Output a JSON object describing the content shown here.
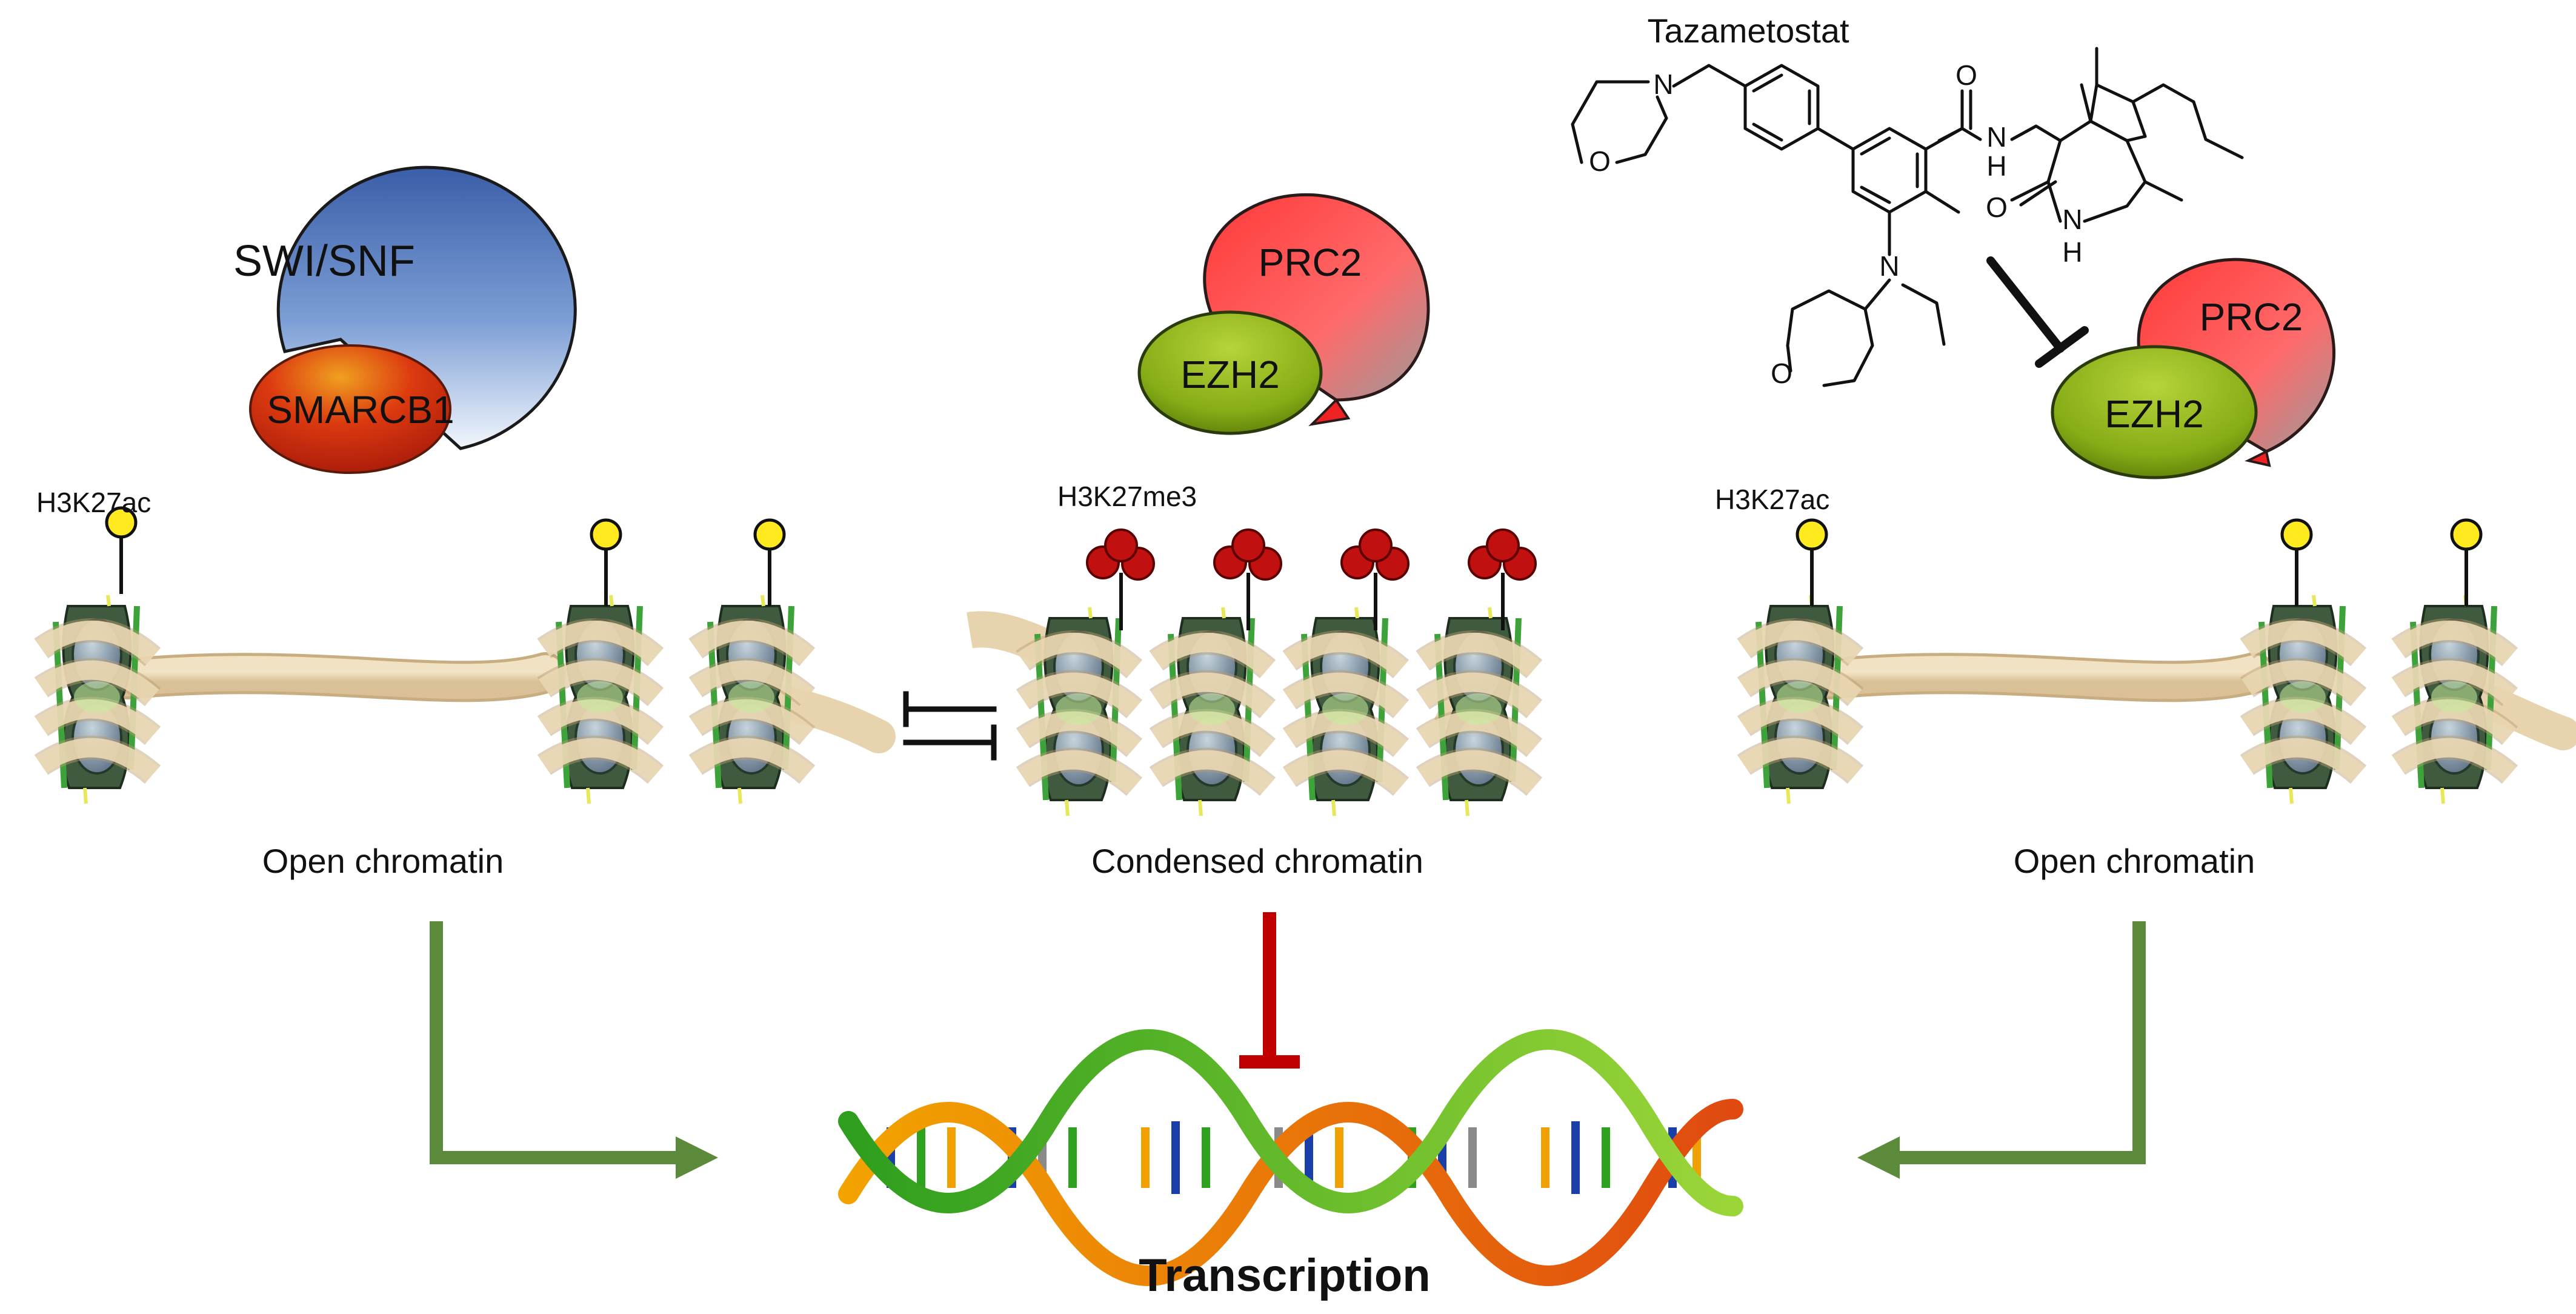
{
  "complexes": {
    "swisnf": "SWI/SNF",
    "smarcb1": "SMARCB1",
    "prc2_left": "PRC2",
    "ezh2_left": "EZH2",
    "prc2_right": "PRC2",
    "ezh2_right": "EZH2"
  },
  "drug": {
    "name": "Tazametostat",
    "atoms": {
      "morpholine_o": "O",
      "morpholine_n": "N",
      "amide_o": "O",
      "amide_nh": "H",
      "amide_n": "N",
      "pyridone_o": "O",
      "pyridone_n": "N",
      "pyridone_h": "H",
      "amine_n": "N",
      "oxane_o": "O"
    }
  },
  "marks": {
    "left": "H3K27ac",
    "middle": "H3K27me3",
    "right": "H3K27ac"
  },
  "states": {
    "left": "Open chromatin",
    "middle": "Condensed chromatin",
    "right": "Open chromatin"
  },
  "outcome": "Transcription",
  "colors": {
    "activate_arrow": "#5b8a3a",
    "repress_arrow": "#c00000",
    "ezh2_fill": "#8fb61e",
    "prc2_fill": "#ff5555",
    "swisnf_fill": "#4a6eb2",
    "smarcb1_fill": "#d03010",
    "acetyl_mark": "#ffea20",
    "methyl_mark": "#c01010",
    "chromatin_fiber": "#e7d3ad"
  }
}
